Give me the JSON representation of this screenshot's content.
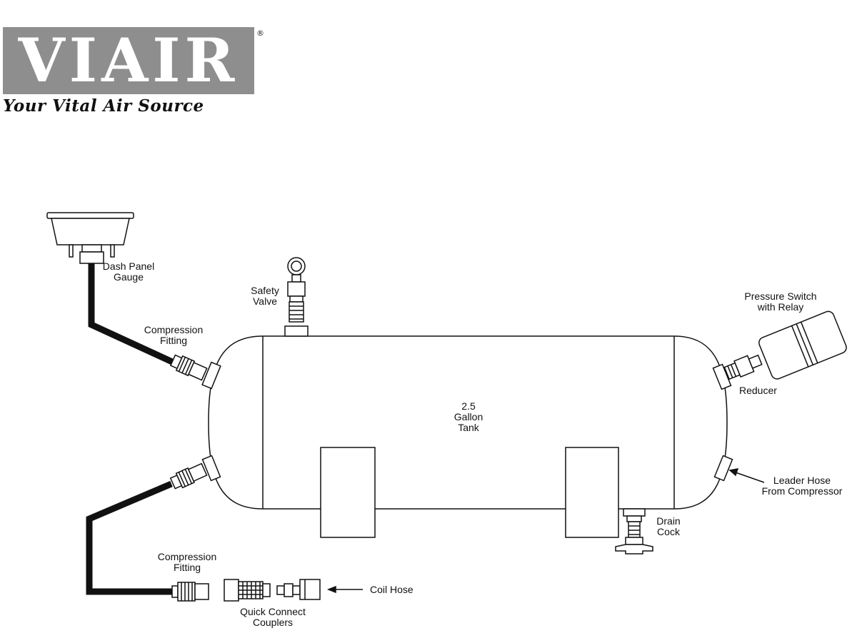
{
  "logo": {
    "brand": "VIAIR",
    "registered_mark": "®",
    "tagline": "Your Vital Air Source"
  },
  "labels": {
    "dash_panel_gauge": [
      "Dash Panel",
      "Gauge"
    ],
    "compression_fitting_top": [
      "Compression",
      "Fitting"
    ],
    "safety_valve": [
      "Safety",
      "Valve"
    ],
    "pressure_switch": [
      "Pressure Switch",
      "with Relay"
    ],
    "reducer": [
      "Reducer"
    ],
    "tank": [
      "2.5",
      "Gallon",
      "Tank"
    ],
    "leader_hose": [
      "Leader Hose",
      "From Compressor"
    ],
    "drain_cock": [
      "Drain",
      "Cock"
    ],
    "compression_fitting_bottom": [
      "Compression",
      "Fitting"
    ],
    "quick_connect": [
      "Quick Connect",
      "Couplers"
    ],
    "coil_hose": [
      "Coil Hose"
    ]
  }
}
